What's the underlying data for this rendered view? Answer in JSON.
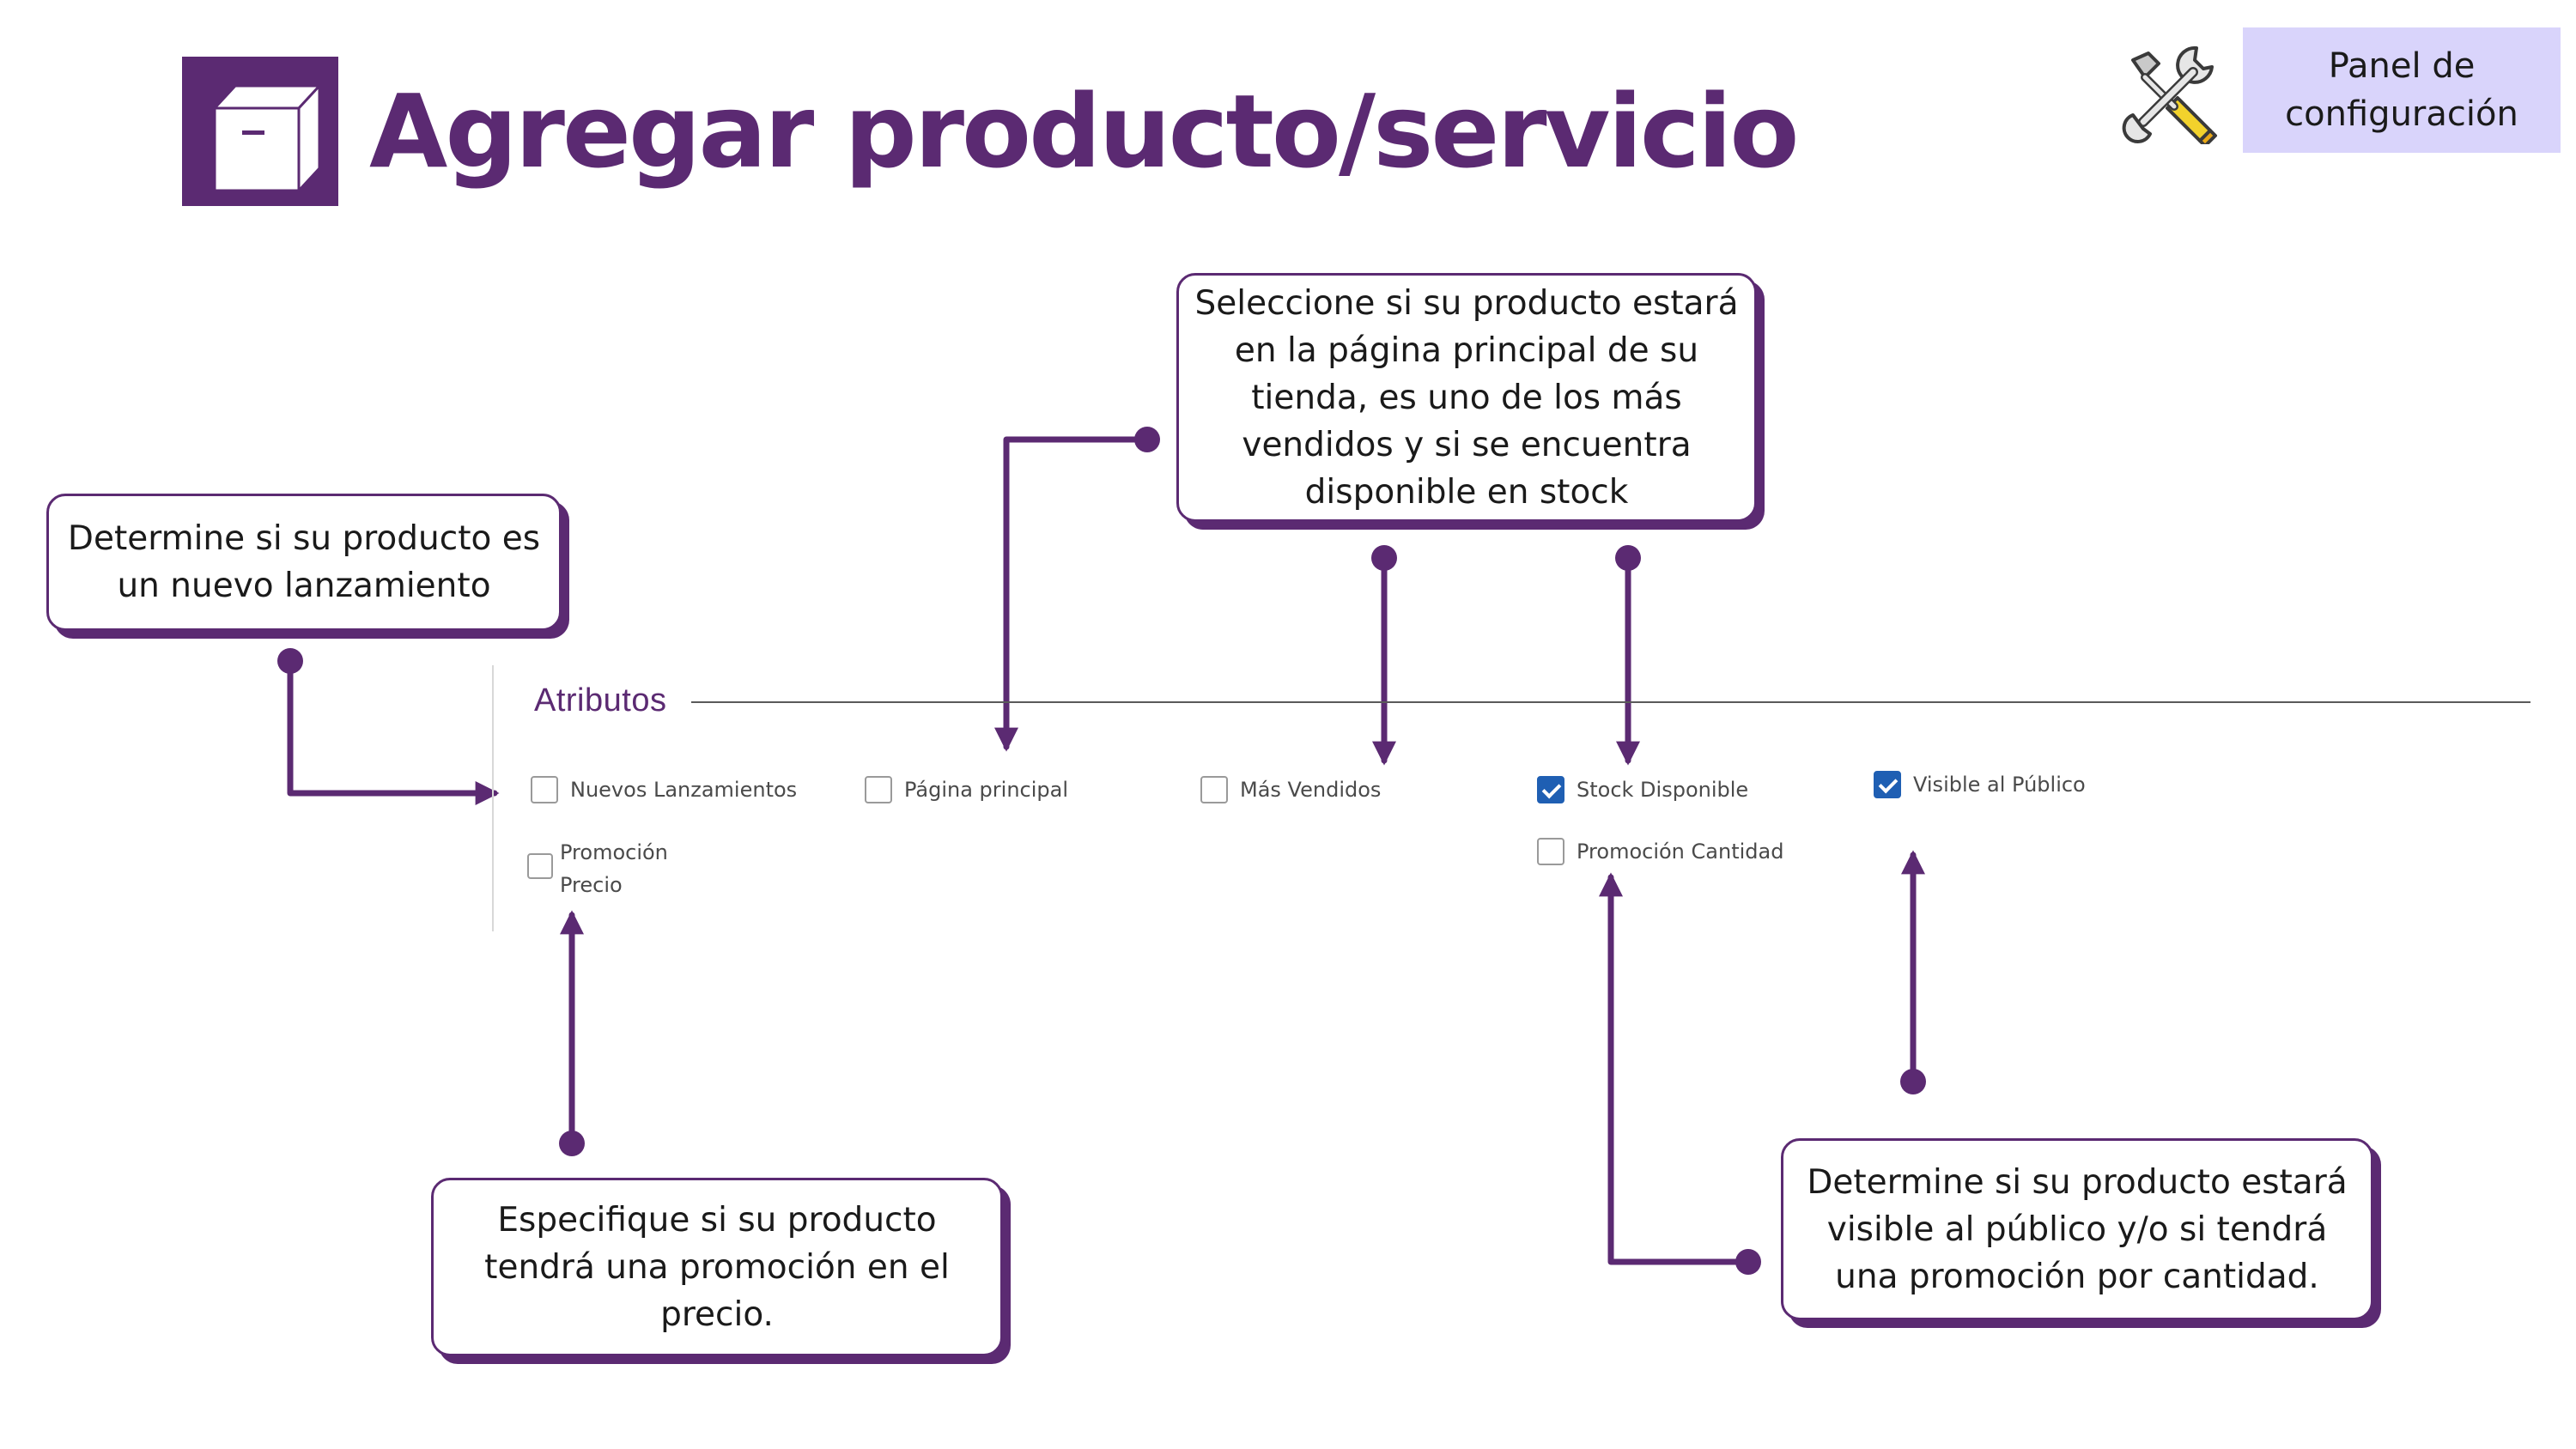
{
  "header": {
    "title": "Agregar producto/servicio",
    "config_button": "Panel de configuración"
  },
  "icons": {
    "logo": "box-icon",
    "settings": "tools-icon"
  },
  "colors": {
    "brand": "#5b2a72",
    "config_bg": "#d9d4fb",
    "checked": "#1f5fb3"
  },
  "callouts": {
    "new_launch": "Determine si su producto es un nuevo lanzamiento",
    "main_page": "Seleccione si su producto estará en la página principal de su tienda, es uno de los más vendidos y si se encuentra disponible en stock",
    "promo_price": "Especifique si su producto tendrá una promoción en el precio.",
    "visible": "Determine si su producto estará visible al público y/o si tendrá una promoción por cantidad."
  },
  "attributes": {
    "title": "Atributos",
    "items": [
      {
        "label": "Nuevos Lanzamientos",
        "checked": false
      },
      {
        "label": "Página principal",
        "checked": false
      },
      {
        "label": "Más Vendidos",
        "checked": false
      },
      {
        "label": "Stock Disponible",
        "checked": true
      },
      {
        "label": "Visible al Público",
        "checked": true
      },
      {
        "label": "Promoción Precio",
        "checked": false
      },
      {
        "label": "Promoción Cantidad",
        "checked": false
      }
    ]
  }
}
